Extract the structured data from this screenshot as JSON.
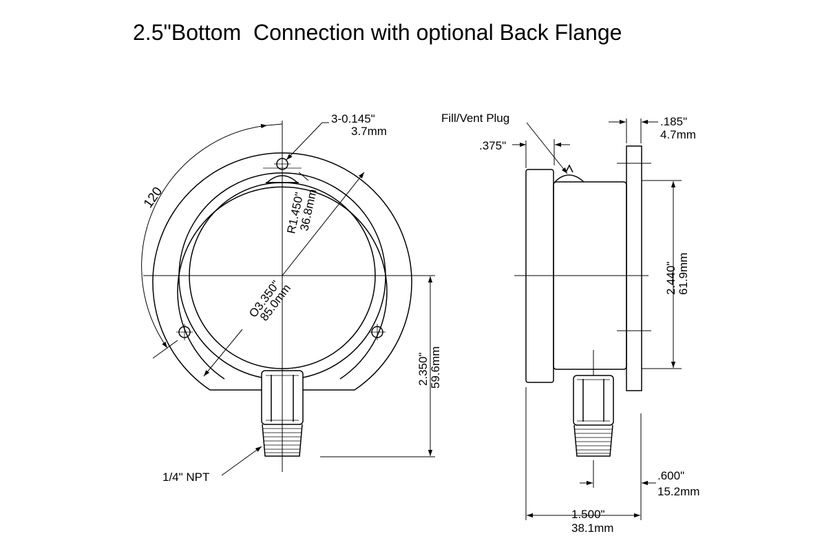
{
  "title": "2.5\"Bottom  Connection with optional Back Flange",
  "labels": {
    "mount_hole_in": "3-0.145\"",
    "mount_hole_mm": "3.7mm",
    "angle": "120",
    "radius_in": "R1.450\"",
    "radius_mm": "36.8mm",
    "flange_dia_in": "O3.350\"",
    "flange_dia_mm": "85.0mm",
    "height_in": "2.350\"",
    "height_mm": "59.6mm",
    "thread": "1/4\" NPT",
    "fill_plug": "Fill/Vent Plug",
    "plug_offset_in": ".375\"",
    "flange_thk_in": ".185\"",
    "flange_thk_mm": "4.7mm",
    "case_dia_in": "2.440\"",
    "case_dia_mm": "61.9mm",
    "socket_in": ".600\"",
    "socket_mm": "15.2mm",
    "depth_in": "1.500\"",
    "depth_mm": "38.1mm"
  }
}
